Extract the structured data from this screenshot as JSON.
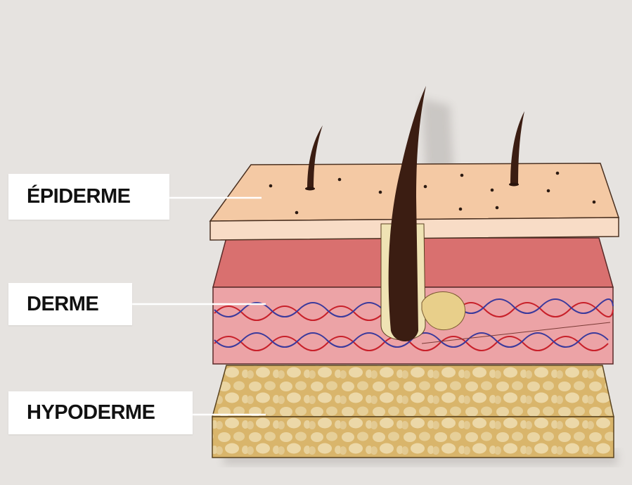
{
  "labels": {
    "epiderme": "ÉPIDERME",
    "derme": "DERME",
    "hypoderme": "HYPODERME"
  },
  "colors": {
    "background": "#e6e3e0",
    "epiderme_top": "#f4c9a4",
    "epiderme_front": "#f8dcc6",
    "derme_top": "#d9706f",
    "derme_front": "#eca3a6",
    "hypoderme": "#d9b56b",
    "hypoderme_cells": "#ead5a3",
    "hair": "#3b1d12",
    "vessel_red": "#c8202a",
    "vessel_blue": "#3b3a9c"
  }
}
